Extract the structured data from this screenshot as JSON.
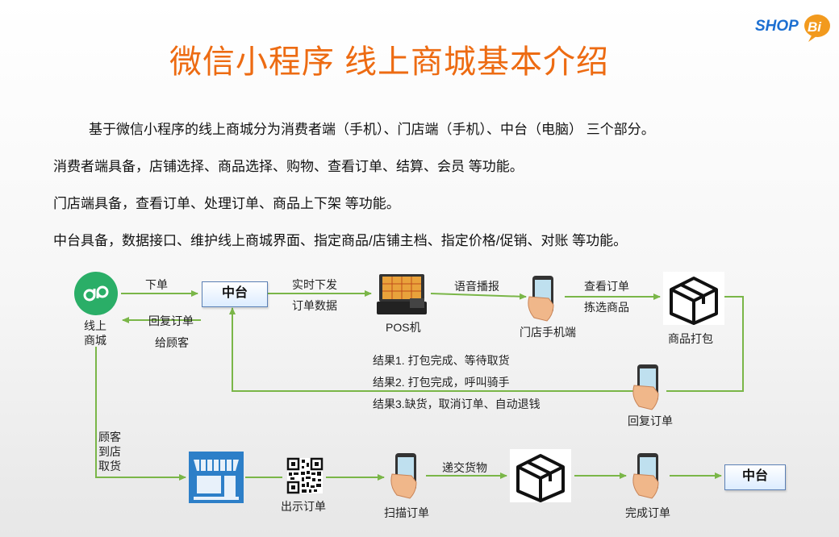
{
  "logo": {
    "text": "SHOP",
    "accent": "Bi"
  },
  "title": "微信小程序 线上商城基本介绍",
  "intro": {
    "line1": "基于微信小程序的线上商城分为消费者端（手机）、门店端（手机）、中台（电脑） 三个部分。",
    "line2": "消费者端具备，店铺选择、商品选择、购物、查看订单、结算、会员 等功能。",
    "line3": "门店端具备，查看订单、处理订单、商品上下架 等功能。",
    "line4": "中台具备，数据接口、维护线上商城界面、指定商品/店铺主档、指定价格/促销、对账 等功能。"
  },
  "flow": {
    "mall_label_1": "线上",
    "mall_label_2": "商城",
    "order_down": "下单",
    "reply_order": "回复订单",
    "to_customer": "给顾客",
    "center_box": "中台",
    "realtime_1": "实时下发",
    "realtime_2": "订单数据",
    "pos_label": "POS机",
    "voice": "语音播报",
    "store_phone": "门店手机端",
    "view_order": "查看订单",
    "pick_goods": "拣选商品",
    "pack_goods": "商品打包",
    "result1": "结果1. 打包完成、等待取货",
    "result2": "结果2. 打包完成，呼叫骑手",
    "result3": "结果3.缺货，取消订单、自动退钱",
    "reply_order_2": "回复订单",
    "pickup_1": "顾客",
    "pickup_2": "到店",
    "pickup_3": "取货",
    "show_order": "出示订单",
    "scan_order": "扫描订单",
    "deliver_goods": "递交货物",
    "complete_order": "完成订单",
    "center_box_2": "中台"
  },
  "colors": {
    "title": "#ed6b12",
    "arrow": "#7ab648",
    "wechat_green": "#2aae67",
    "logo_blue": "#1c6fd1",
    "logo_orange": "#f29a1e"
  }
}
